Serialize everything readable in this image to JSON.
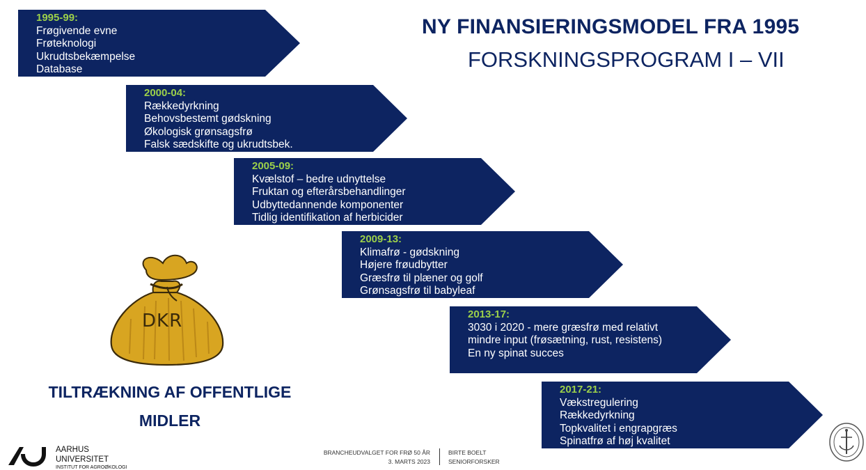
{
  "title": {
    "line1": "NY FINANSIERINGSMODEL FRA 1995",
    "line2": "FORSKNINGSPROGRAM I – VII"
  },
  "programs": [
    {
      "period": "1995-99:",
      "items": [
        "Frøgivende evne",
        "Frøteknologi",
        "Ukrudtsbekæmpelse",
        "Database"
      ]
    },
    {
      "period": "2000-04:",
      "items": [
        "Rækkedyrkning",
        "Behovsbestemt gødskning",
        "Økologisk grønsagsfrø",
        "Falsk sædskifte og ukrudtsbek."
      ]
    },
    {
      "period": "2005-09:",
      "items": [
        "Kvælstof – bedre udnyttelse",
        "Fruktan og efterårsbehandlinger",
        "Udbyttedannende komponenter",
        "Tidlig identifikation af herbicider"
      ]
    },
    {
      "period": "2009-13:",
      "items": [
        "Klimafrø - gødskning",
        "Højere frøudbytter",
        "Græsfrø til plæner og golf",
        "Grønsagsfrø til babyleaf"
      ]
    },
    {
      "period": "2013-17:",
      "items": [
        "3030 i 2020  - mere græsfrø med relativt",
        "mindre input (frøsætning, rust, resistens)",
        "En ny spinat succes"
      ]
    },
    {
      "period": "2017-21:",
      "items": [
        "Vækstregulering",
        "Rækkedyrkning",
        "Topkvalitet i engrapgræs",
        "Spinatfrø af høj kvalitet"
      ]
    }
  ],
  "bag": {
    "label": "DKR",
    "caption_line1": "TILTRÆKNING AF OFFENTLIGE",
    "caption_line2": "MIDLER"
  },
  "footer": {
    "logo_line1": "AARHUS",
    "logo_line2": "UNIVERSITET",
    "logo_line3": "INSTITUT FOR AGROØKOLOGI",
    "event_line1": "BRANCHEUDVALGET FOR FRØ 50 ÅR",
    "event_line2": "3. MARTS 2023",
    "author_line1": "BIRTE BOELT",
    "author_line2": "SENIORFORSKER"
  },
  "colors": {
    "navy": "#0d2461",
    "period_green": "#9cd04a",
    "bag_gold": "#d8a521"
  }
}
